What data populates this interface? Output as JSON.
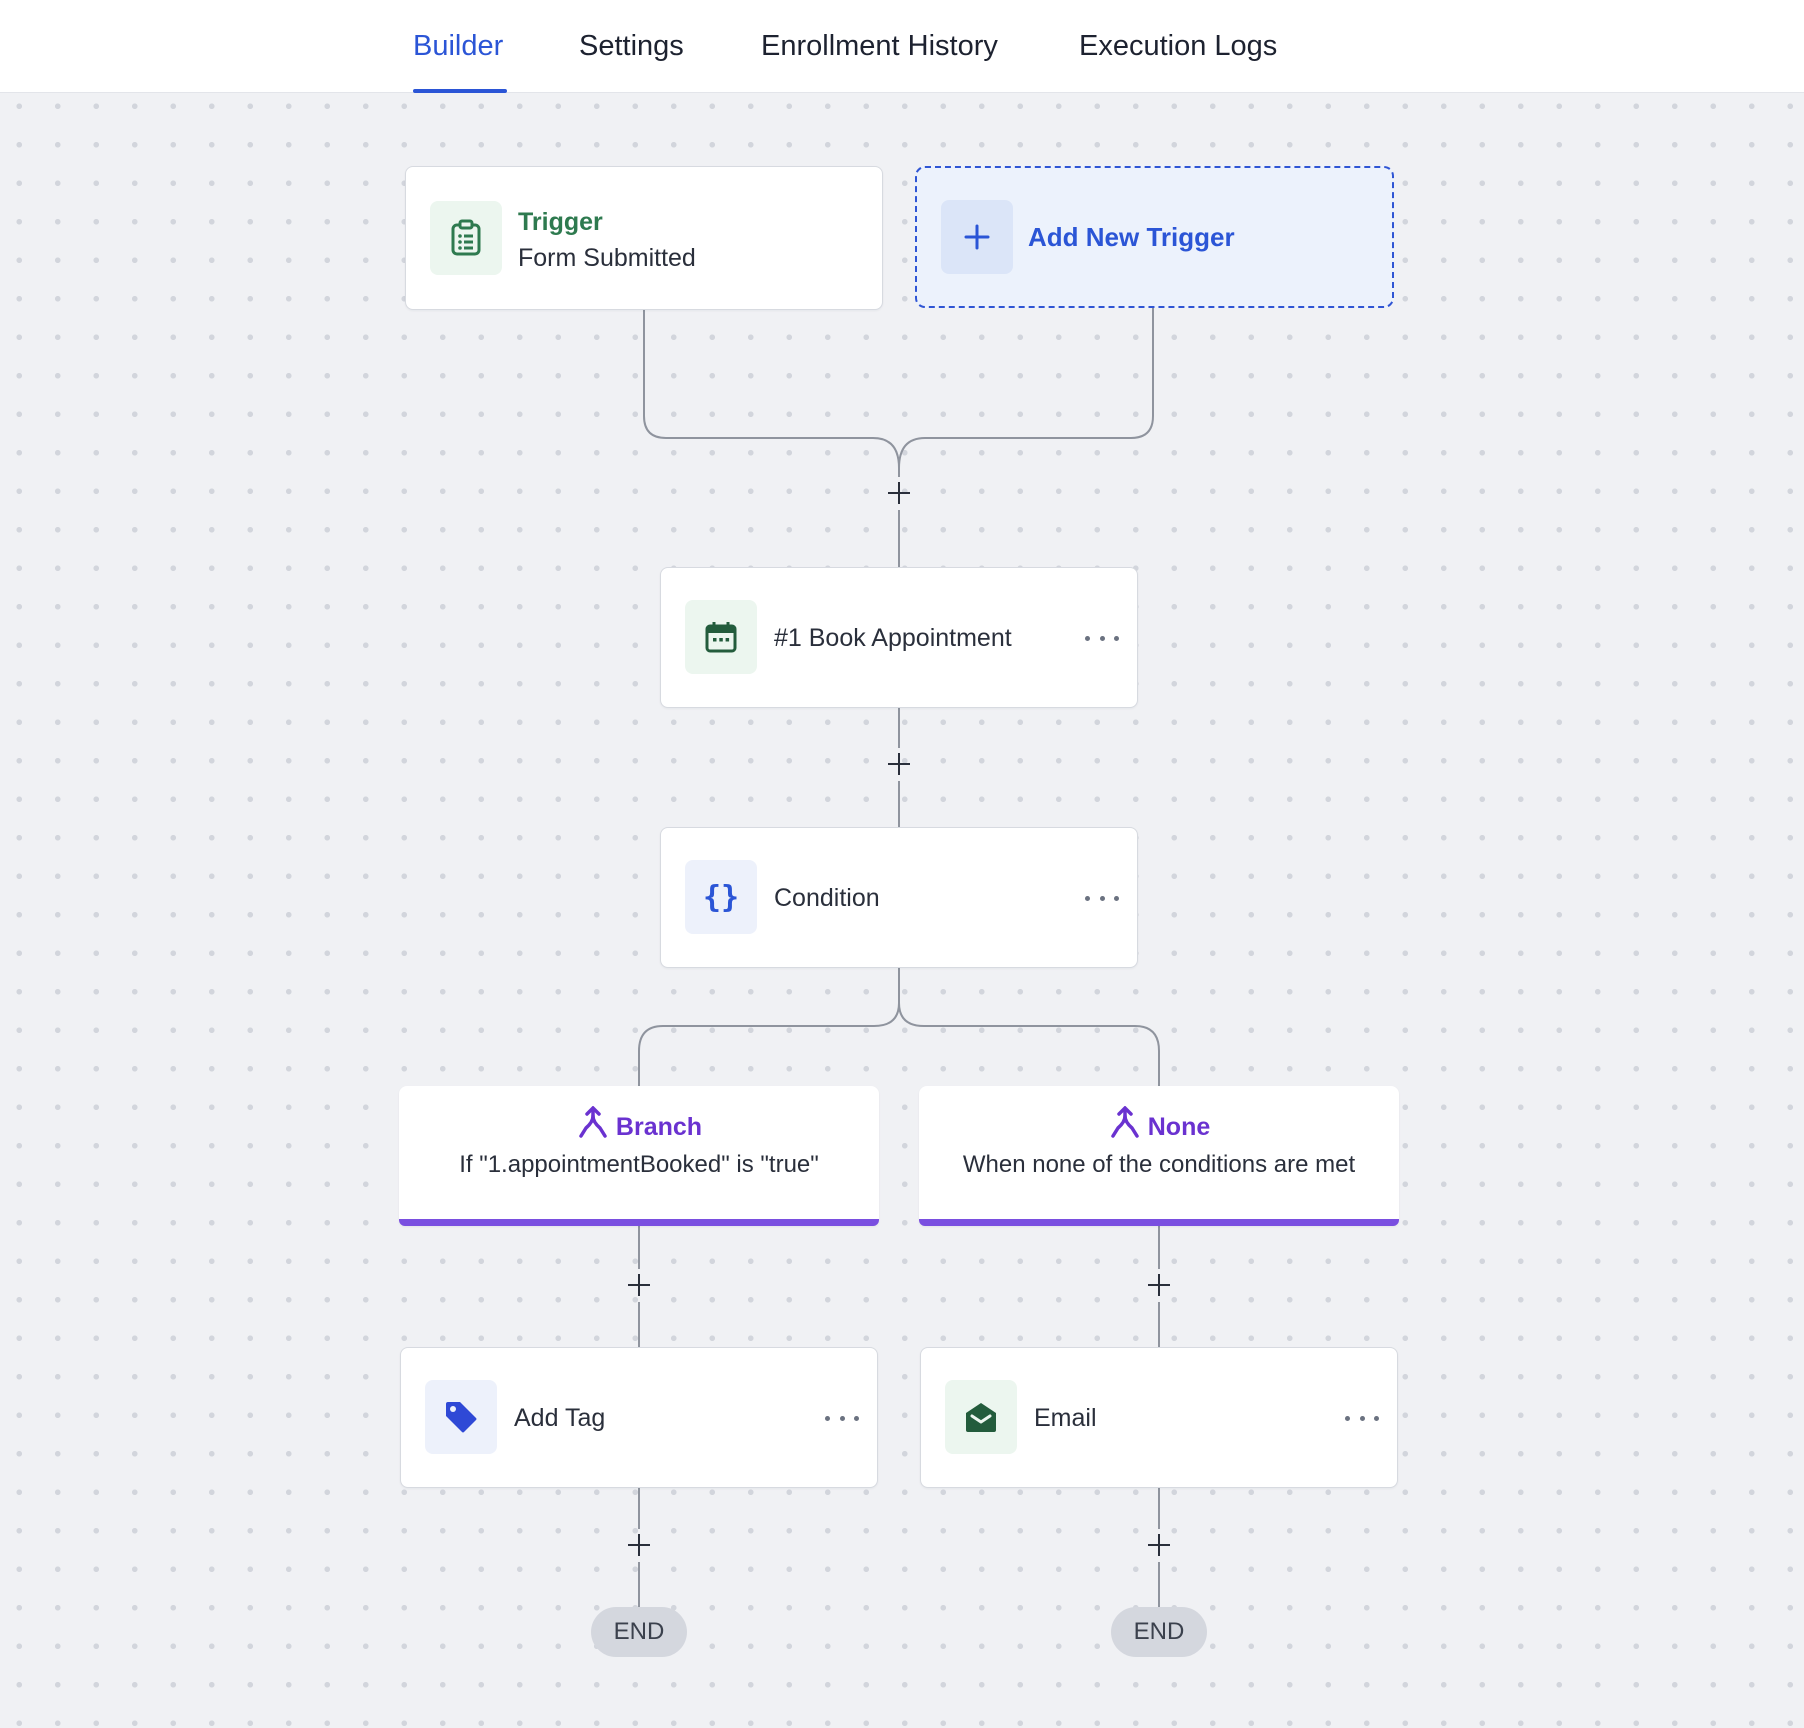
{
  "tabs": [
    {
      "label": "Builder",
      "active": true
    },
    {
      "label": "Settings",
      "active": false
    },
    {
      "label": "Enrollment History",
      "active": false
    },
    {
      "label": "Execution Logs",
      "active": false
    }
  ],
  "trigger": {
    "label": "Trigger",
    "value": "Form Submitted",
    "icon": "clipboard-icon"
  },
  "add_trigger": {
    "label": "Add New Trigger",
    "icon": "plus-icon"
  },
  "steps": {
    "book_appointment": {
      "label": "#1 Book Appointment",
      "icon": "calendar-icon"
    },
    "condition": {
      "label": "Condition",
      "icon": "curly-braces-icon"
    },
    "add_tag": {
      "label": "Add Tag",
      "icon": "tag-icon"
    },
    "email": {
      "label": "Email",
      "icon": "envelope-icon"
    }
  },
  "branches": [
    {
      "name": "Branch",
      "description": "If \"1.appointmentBooked\" is \"true\"",
      "icon": "branch-icon"
    },
    {
      "name": "None",
      "description": "When none of the conditions are met",
      "icon": "branch-icon"
    }
  ],
  "end_label": "END",
  "colors": {
    "accent": "#2b55d6",
    "trigger_green": "#2e7a4f",
    "branch_purple": "#7a4fe0",
    "canvas": "#f0f1f4"
  }
}
